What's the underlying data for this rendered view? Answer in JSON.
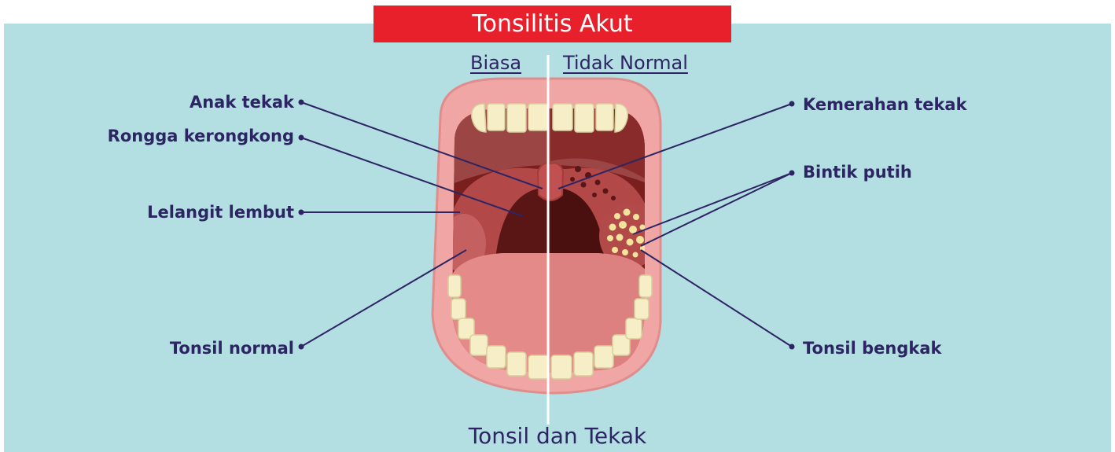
{
  "title": "Tonsilitis Akut",
  "headers": {
    "normal": "Biasa",
    "abnormal": "Tidak Normal"
  },
  "labels": {
    "left": [
      "Anak tekak",
      "Rongga kerongkong",
      "Lelangit lembut",
      "Tonsil normal"
    ],
    "right": [
      "Kemerahan tekak",
      "Bintik putih",
      "Tonsil bengkak"
    ]
  },
  "caption": "Tonsil dan Tekak",
  "colors": {
    "panel": "#b3dfe3",
    "banner": "#e8202c",
    "text": "#2d2563",
    "lip": "#f0a6a5",
    "throat": "#5a1515",
    "tongue": "#e48a89",
    "teeth": "#f5eec6",
    "spots": "#f2e49a"
  }
}
